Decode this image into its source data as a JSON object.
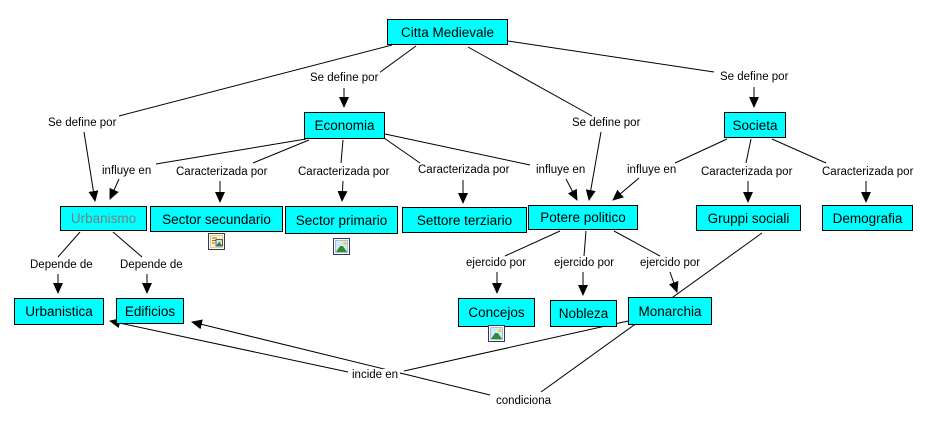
{
  "diagram": {
    "type": "concept-map",
    "background": "#ffffff",
    "node_style": {
      "fill": "#00ffff",
      "border": "#000000",
      "text": "#000000",
      "urbanismo_text": "#7d7d7d"
    },
    "nodes": {
      "citta": {
        "label": "Citta Medievale"
      },
      "economia": {
        "label": "Economia"
      },
      "societa": {
        "label": "Societa"
      },
      "urbanismo": {
        "label": "Urbanismo"
      },
      "sector_secundario": {
        "label": "Sector secundario"
      },
      "sector_primario": {
        "label": "Sector primario"
      },
      "settore_terziario": {
        "label": "Settore terziario"
      },
      "potere_politico": {
        "label": "Potere politico"
      },
      "gruppi_sociali": {
        "label": "Gruppi sociali"
      },
      "demografia": {
        "label": "Demografia"
      },
      "urbanistica": {
        "label": "Urbanistica"
      },
      "edificios": {
        "label": "Edificios"
      },
      "concejos": {
        "label": "Concejos"
      },
      "nobleza": {
        "label": "Nobleza"
      },
      "monarchia": {
        "label": "Monarchia"
      }
    },
    "link_labels": {
      "sdp_left": "Se define por",
      "sdp_economia": "Se define por",
      "sdp_potere": "Se define por",
      "sdp_societa": "Se define por",
      "influye_urbanismo": "influye en",
      "caract_secundario": "Caracterizada por",
      "caract_primario": "Caracterizada por",
      "caract_terziario": "Caracterizada por",
      "influye_econ_potere": "influye en",
      "influye_soc_potere": "influye en",
      "caract_gruppi": "Caracterizada por",
      "caract_demografia": "Caracterizada por",
      "depende_urbanistica": "Depende de",
      "depende_edificios": "Depende de",
      "ejercido_concejos": "ejercido por",
      "ejercido_nobleza": "ejercido por",
      "ejercido_monarchia": "ejercido por",
      "incide": "incide en",
      "condiciona": "condiciona"
    },
    "propositions": [
      {
        "from": "Citta Medievale",
        "label": "Se define por",
        "to": "Urbanismo"
      },
      {
        "from": "Citta Medievale",
        "label": "Se define por",
        "to": "Economia"
      },
      {
        "from": "Citta Medievale",
        "label": "Se define por",
        "to": "Potere politico"
      },
      {
        "from": "Citta Medievale",
        "label": "Se define por",
        "to": "Societa"
      },
      {
        "from": "Economia",
        "label": "influye en",
        "to": "Urbanismo"
      },
      {
        "from": "Economia",
        "label": "Caracterizada por",
        "to": "Sector secundario"
      },
      {
        "from": "Economia",
        "label": "Caracterizada por",
        "to": "Sector primario"
      },
      {
        "from": "Economia",
        "label": "Caracterizada por",
        "to": "Settore terziario"
      },
      {
        "from": "Economia",
        "label": "influye en",
        "to": "Potere politico"
      },
      {
        "from": "Societa",
        "label": "influye en",
        "to": "Potere politico"
      },
      {
        "from": "Societa",
        "label": "Caracterizada por",
        "to": "Gruppi sociali"
      },
      {
        "from": "Societa",
        "label": "Caracterizada por",
        "to": "Demografia"
      },
      {
        "from": "Urbanismo",
        "label": "Depende de",
        "to": "Urbanistica"
      },
      {
        "from": "Urbanismo",
        "label": "Depende de",
        "to": "Edificios"
      },
      {
        "from": "Potere politico",
        "label": "ejercido por",
        "to": "Concejos"
      },
      {
        "from": "Potere politico",
        "label": "ejercido por",
        "to": "Nobleza"
      },
      {
        "from": "Potere politico",
        "label": "ejercido por",
        "to": "Monarchia"
      },
      {
        "from": "Monarchia",
        "label": "incide en",
        "to": "Urbanistica"
      },
      {
        "from": "Gruppi sociali",
        "label": "condiciona",
        "to": "Edificios"
      }
    ],
    "resource_icons": [
      {
        "on": "Sector secundario",
        "kind": "document-with-image"
      },
      {
        "on": "Sector primario",
        "kind": "image"
      },
      {
        "on": "Concejos",
        "kind": "image"
      }
    ]
  }
}
